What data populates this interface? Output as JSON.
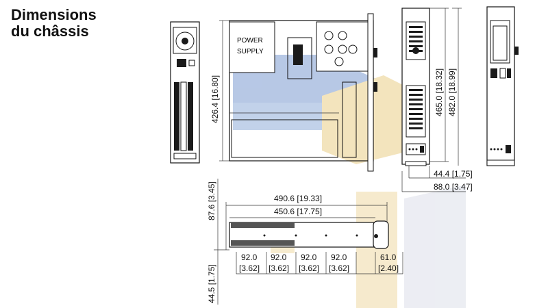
{
  "title": {
    "line1": "Dimensions",
    "line2": "du châssis"
  },
  "top_view_labels": {
    "power_supply_line1": "POWER",
    "power_supply_line2": "SUPPLY"
  },
  "dimensions": {
    "depth": "426.4 [16.80]",
    "height_465": "465.0 [18.32]",
    "height_482": "482.0 [18.99]",
    "width_44": "44.4 [1.75]",
    "width_88": "88.0 [3.47]",
    "overall_490": "490.6 [19.33]",
    "body_450": "450.6 [17.75]",
    "side_height": "87.6 [3.45]",
    "side_half": "44.5 [1.75]",
    "slot1_mm": "92.0",
    "slot1_in": "[3.62]",
    "slot2_mm": "92.0",
    "slot2_in": "[3.62]",
    "slot3_mm": "92.0",
    "slot3_in": "[3.62]",
    "slot4_mm": "92.0",
    "slot4_in": "[3.62]",
    "end_mm": "61.0",
    "end_in": "[2.40]"
  },
  "colors": {
    "blue_overlay": "#9fb6dd",
    "gold_overlay": "#f0dca8",
    "gray_overlay": "#e6e8ef"
  }
}
